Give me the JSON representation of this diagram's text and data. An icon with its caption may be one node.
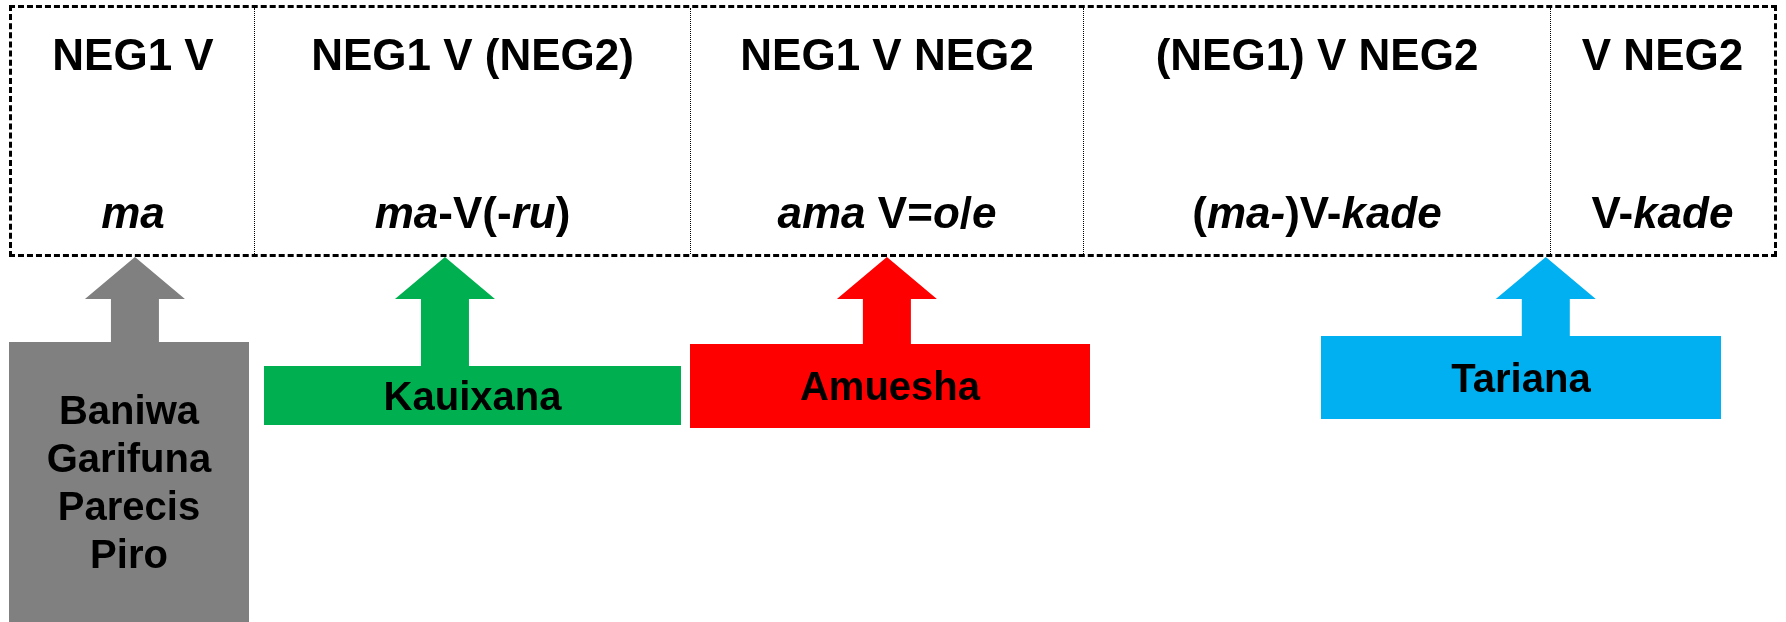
{
  "diagram": {
    "nodes": [
      {
        "text": [],
        "shape": "box"
      },
      {
        "text": [
          "NEG1 V",
          "ma"
        ],
        "in": 0
      },
      {
        "text": [
          "NEG1 V (NEG2)",
          "*ma*-V(-*ru*)"
        ],
        "in": 0
      },
      {
        "text": [
          "NEG1 V NEG2",
          "*ama* V=*o*/*e*"
        ],
        "in": 0
      },
      {
        "text": [
          "(NEG1) V NEG2",
          "(*ma-*)V-*kade*"
        ],
        "in": 0
      },
      {
        "text": [
          "V NEG2",
          "V-*kade*"
        ],
        "in": 0
      },
      {
        "text": [
          "Baniwa",
          "Garifuna",
          "Parecis",
          "Piro"
        ]
      },
      {
        "text": [
          "Kauixana"
        ]
      },
      {
        "text": [
          "Amuesha"
        ]
      },
      {
        "text": [
          "Tariana"
        ]
      }
    ],
    "edges": [
      {
        "from": 6,
        "to": 1,
        "arrow": "to",
        "style": "thick",
        "color": "#808080"
      },
      {
        "from": 7,
        "to": 2,
        "arrow": "to",
        "style": "thick",
        "color": "#00b050"
      },
      {
        "from": 8,
        "to": 3,
        "arrow": "to",
        "style": "thick",
        "color": "#ff0000"
      },
      {
        "from": 9,
        "to": 4,
        "arrow": "to",
        "style": "thick",
        "color": "#00b0f0"
      }
    ]
  }
}
